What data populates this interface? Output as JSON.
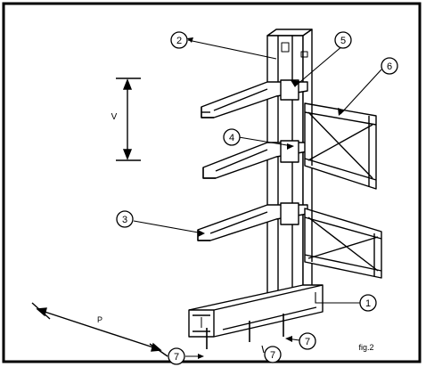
{
  "diagram": {
    "callouts": {
      "c1": "1",
      "c2": "2",
      "c3": "3",
      "c4": "4",
      "c5": "5",
      "c6": "6",
      "c7a": "7",
      "c7b": "7",
      "c7c": "7"
    },
    "dimensions": {
      "vertical": "V",
      "length": "P"
    },
    "caption": "fig.2"
  }
}
